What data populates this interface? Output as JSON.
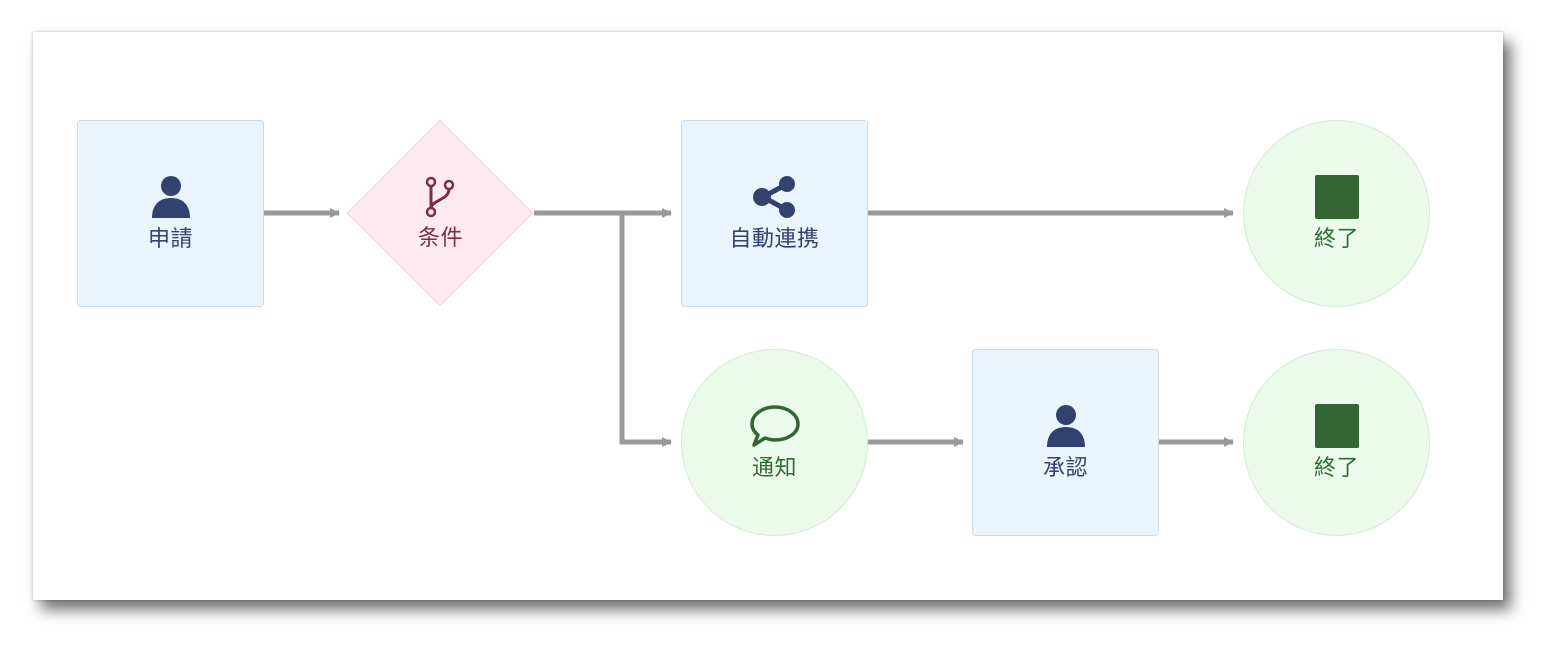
{
  "diagram": {
    "nodes": [
      {
        "id": "apply",
        "type": "task",
        "icon": "user-icon",
        "label": "申請"
      },
      {
        "id": "cond",
        "type": "gateway",
        "icon": "branch-icon",
        "label": "条件"
      },
      {
        "id": "auto",
        "type": "task",
        "icon": "share-icon",
        "label": "自動連携"
      },
      {
        "id": "end1",
        "type": "end",
        "icon": "stop-icon",
        "label": "終了"
      },
      {
        "id": "notify",
        "type": "event",
        "icon": "comment-icon",
        "label": "通知"
      },
      {
        "id": "approve",
        "type": "task",
        "icon": "user-icon",
        "label": "承認"
      },
      {
        "id": "end2",
        "type": "end",
        "icon": "stop-icon",
        "label": "終了"
      }
    ],
    "edges": [
      {
        "from": "apply",
        "to": "cond"
      },
      {
        "from": "cond",
        "to": "auto"
      },
      {
        "from": "cond",
        "to": "notify"
      },
      {
        "from": "auto",
        "to": "end1"
      },
      {
        "from": "notify",
        "to": "approve"
      },
      {
        "from": "approve",
        "to": "end2"
      }
    ]
  },
  "colors": {
    "task_fill": "#eaf4fd",
    "task_text": "#33416e",
    "event_fill": "#ebfaeb",
    "event_text": "#2f6b33",
    "gateway_fill": "#fdeaf1",
    "gateway_text": "#7a2f45",
    "edge": "#999999"
  }
}
